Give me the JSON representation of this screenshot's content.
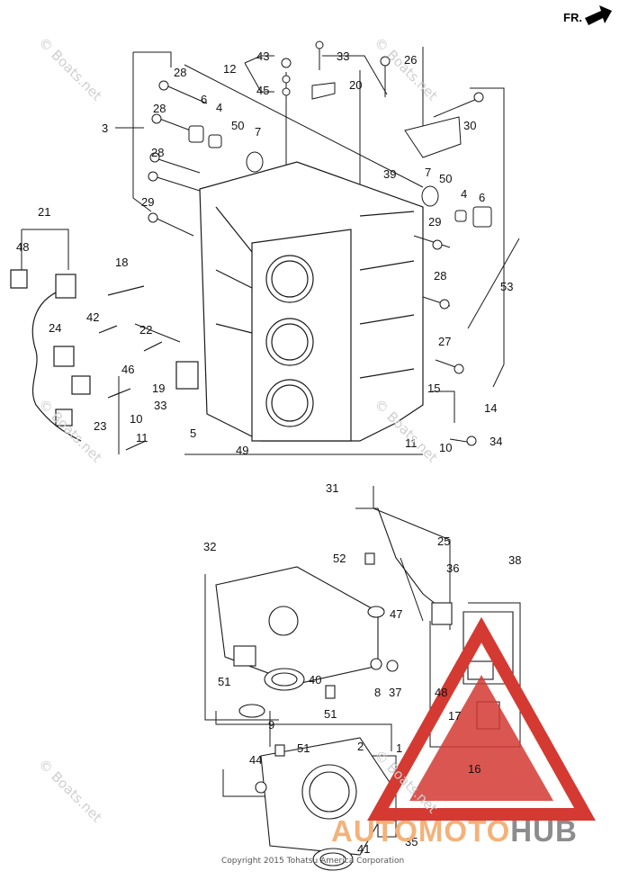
{
  "direction_label": "FR.",
  "watermark": "© Boats.net",
  "copyright": "Copyright 2015 Tohatsu America Corporation",
  "logo": {
    "part1": "AUTO",
    "part2": "MOTO",
    "part3": "HUB"
  },
  "colors": {
    "line": "#1a1a1a",
    "logo_red": "#d43a32",
    "logo_orange": "#f3b27a",
    "logo_gray": "#8c8c8c"
  },
  "callouts": {
    "c43": "43",
    "c12": "12",
    "c45": "45",
    "c33a": "33",
    "c20": "20",
    "c26": "26",
    "c28a": "28",
    "c3": "3",
    "c6a": "6",
    "c4a": "4",
    "c50a": "50",
    "c7a": "7",
    "c30": "30",
    "c28b": "28",
    "c28c": "28",
    "c39": "39",
    "c7b": "7",
    "c50b": "50",
    "c4b": "4",
    "c6b": "6",
    "c29a": "29",
    "c21": "21",
    "c29b": "29",
    "c48a": "48",
    "c28d": "28",
    "c53": "53",
    "c18": "18",
    "c42": "42",
    "c24": "24",
    "c22": "22",
    "c27": "27",
    "c46": "46",
    "c19": "19",
    "c15": "15",
    "c14": "14",
    "c33b": "33",
    "c23": "23",
    "c10a": "10",
    "c11a": "11",
    "c5": "5",
    "c49": "49",
    "c11b": "11",
    "c10b": "10",
    "c34": "34",
    "c31": "31",
    "c25": "25",
    "c32": "32",
    "c52": "52",
    "c36": "36",
    "c38": "38",
    "c47": "47",
    "c51a": "51",
    "c40": "40",
    "c8": "8",
    "c37": "37",
    "c48b": "48",
    "c51b": "51",
    "c17": "17",
    "c9": "9",
    "c2": "2",
    "c1": "1",
    "c44": "44",
    "c51c": "51",
    "c16": "16",
    "c35": "35",
    "c41": "41"
  }
}
